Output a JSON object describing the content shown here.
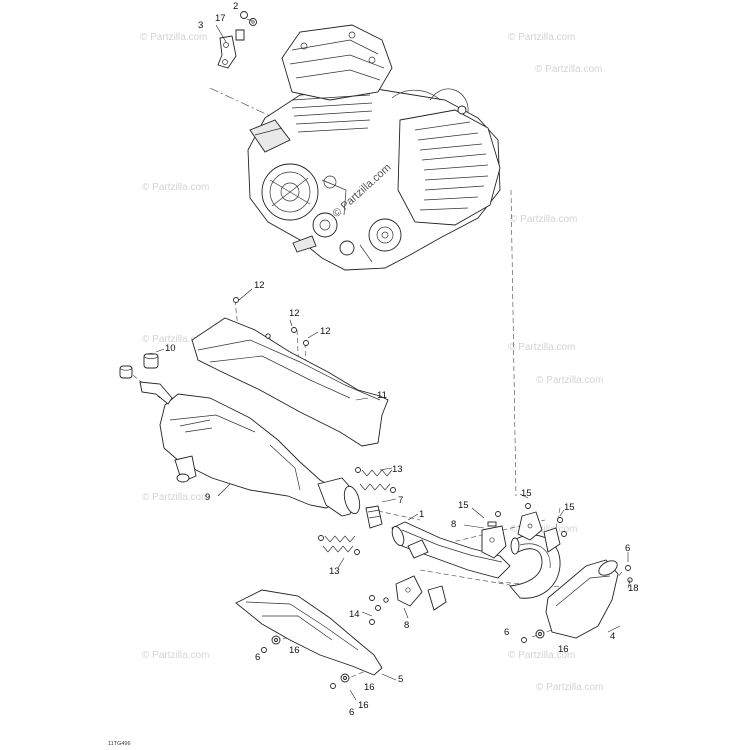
{
  "watermark": {
    "text": "© Partzilla.com"
  },
  "callouts": {
    "c1": "1",
    "c2": "2",
    "c3": "3",
    "c4": "4",
    "c5": "5",
    "c6a": "6",
    "c6b": "6",
    "c6c": "6",
    "c6d": "6",
    "c7": "7",
    "c8a": "8",
    "c8b": "8",
    "c9": "9",
    "c10": "10",
    "c11": "11",
    "c12a": "12",
    "c12b": "12",
    "c12c": "12",
    "c13a": "13",
    "c13b": "13",
    "c14": "14",
    "c15a": "15",
    "c15b": "15",
    "c15c": "15",
    "c16a": "16",
    "c16b": "16",
    "c16c": "16",
    "c16d": "16",
    "c17": "17",
    "c18": "18"
  },
  "figure_code": "11TG496"
}
